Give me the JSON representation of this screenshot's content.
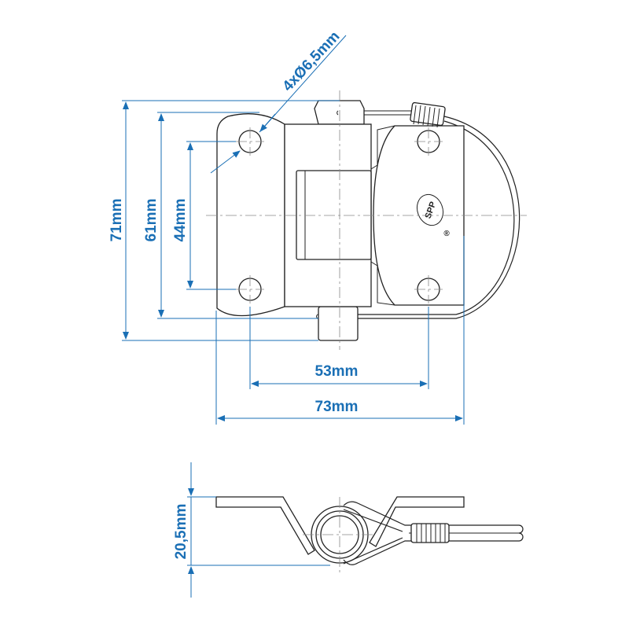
{
  "drawing": {
    "hole_callout": "4xØ6,5mm",
    "height_overall": "71mm",
    "height_leaf": "61mm",
    "hole_spacing_vertical": "44mm",
    "hole_spacing_horizontal": "53mm",
    "width_overall": "73mm",
    "side_height": "20,5mm",
    "logo_text": "SPP",
    "registered_mark": "®"
  },
  "colors": {
    "dimension": "#1a6fb5",
    "outline": "#222222"
  }
}
